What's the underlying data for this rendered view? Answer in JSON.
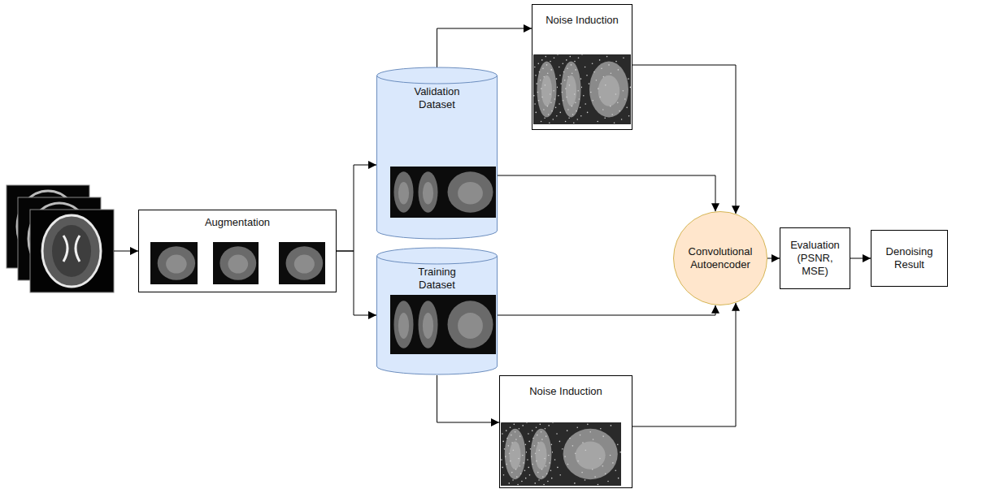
{
  "diagram": {
    "nodes": [
      {
        "text": [
          "Augmentation"
        ]
      },
      {
        "text": [
          "Noise Induction"
        ]
      },
      {
        "text": [
          "Validation Dataset"
        ]
      },
      {
        "text": [
          "Training Dataset"
        ]
      },
      {
        "text": [
          "Noise Induction"
        ]
      },
      {
        "text": [
          "Convolutional Autoencoder"
        ]
      },
      {
        "text": [
          "Evaluation (PSNR, MSE)"
        ]
      },
      {
        "text": [
          "Denoising Result"
        ]
      }
    ],
    "edges": [
      {
        "from": 0,
        "to": 2,
        "arrow": "to"
      },
      {
        "from": 0,
        "to": 3,
        "arrow": "to"
      },
      {
        "from": 2,
        "to": 1,
        "arrow": "to"
      },
      {
        "from": 2,
        "to": 5,
        "arrow": "to"
      },
      {
        "from": 1,
        "to": 5,
        "arrow": "to"
      },
      {
        "from": 3,
        "to": 5,
        "arrow": "to"
      },
      {
        "from": 3,
        "to": 4,
        "arrow": "to"
      },
      {
        "from": 4,
        "to": 5,
        "arrow": "to"
      },
      {
        "from": 5,
        "to": 6,
        "arrow": "to"
      },
      {
        "from": 6,
        "to": 7,
        "arrow": "to"
      }
    ]
  }
}
